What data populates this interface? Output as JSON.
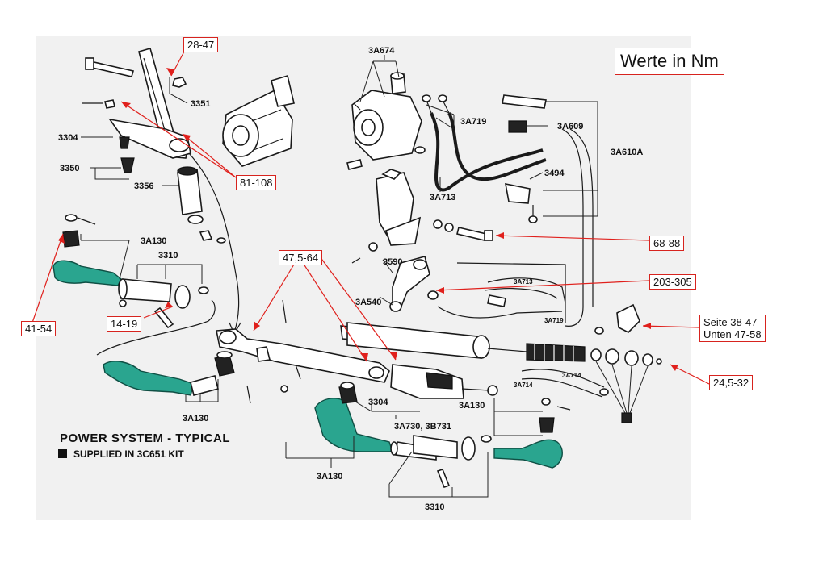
{
  "title": "Werte in Nm",
  "torque_values": {
    "t_28_47": "28-47",
    "t_81_108": "81-108",
    "t_68_88": "68-88",
    "t_47_5_64": "47,5-64",
    "t_203_305": "203-305",
    "t_41_54": "41-54",
    "t_14_19": "14-19",
    "t_side_line1": "Seite 38-47",
    "t_side_line2": "Unten 47-58",
    "t_24_5_32": "24,5-32"
  },
  "part_labels": {
    "p_3A674": "3A674",
    "p_3351": "3351",
    "p_3304_top": "3304",
    "p_3350": "3350",
    "p_3356": "3356",
    "p_3A130_left": "3A130",
    "p_3310_left": "3310",
    "p_3A719_top": "3A719",
    "p_3A609": "3A609",
    "p_3A610A": "3A610A",
    "p_3494": "3494",
    "p_3A713_main": "3A713",
    "p_3590": "3590",
    "p_3A540": "3A540",
    "p_3A713_small": "3A713",
    "p_3A719_small": "3A719",
    "p_3A714_a": "3A714",
    "p_3A714_b": "3A714",
    "p_3A130_right": "3A130",
    "p_3304_mid": "3304",
    "p_3A730": "3A730, 3B731",
    "p_3A130_bottom_left": "3A130",
    "p_3A130_bottom": "3A130",
    "p_3310_bottom": "3310"
  },
  "footer": {
    "heading": "POWER SYSTEM - TYPICAL",
    "kit_note": "SUPPLIED IN 3C651 KIT"
  },
  "colors": {
    "callout_border": "#d7231e",
    "tie_rod_end": "#2aa58f"
  }
}
